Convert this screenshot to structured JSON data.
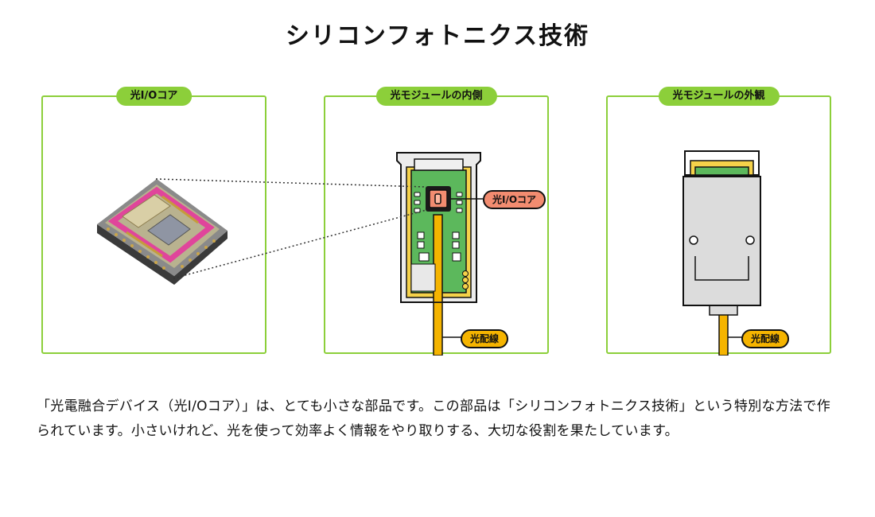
{
  "title": "シリコンフォトニクス技術",
  "panels": [
    {
      "label": "光I/Oコア"
    },
    {
      "label": "光モジュールの内側",
      "callout_core": "光I/Oコア",
      "callout_wire": "光配線"
    },
    {
      "label": "光モジュールの外観",
      "callout_wire": "光配線"
    }
  ],
  "description": "「光電融合デバイス（光I/Oコア）」は、とても小さな部品です。この部品は「シリコンフォトニクス技術」という特別な方法で作られています。小さいけれど、光を使って効率よく情報をやり取りする、大切な役割を果たしています。",
  "colors": {
    "panel_border": "#8ccf3a",
    "pcb_green": "#5cb85c",
    "core_orange": "#f28c70",
    "wire_yellow": "#f5b400",
    "chip_magenta": "#e0459b",
    "module_gray": "#dcdcdc"
  }
}
